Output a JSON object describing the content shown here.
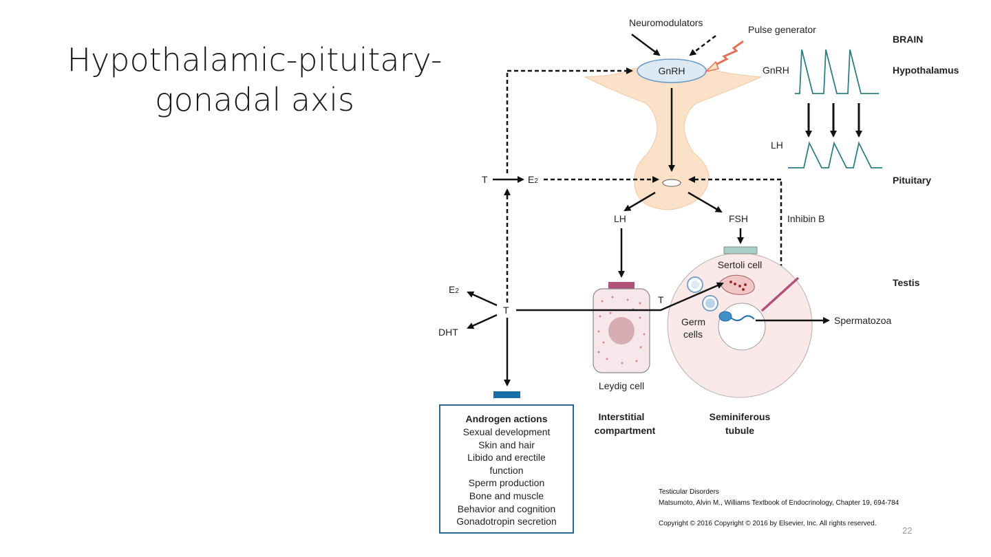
{
  "title": {
    "line1": "Hypothalamic-pituitary-",
    "line2": "gonadal axis"
  },
  "diagram": {
    "neuromodulators": "Neuromodulators",
    "pulse_generator": "Pulse generator",
    "gnrh_center": "GnRH",
    "levels": {
      "brain": "BRAIN",
      "hypothalamus": "Hypothalamus",
      "pituitary": "Pituitary",
      "testis": "Testis"
    },
    "pulse_gnrh": "GnRH",
    "pulse_lh": "LH",
    "feedback_t": "T",
    "feedback_e2_main": "E",
    "feedback_e2_sub": "2",
    "lh": "LH",
    "fsh": "FSH",
    "inhibin_b": "Inhibin B",
    "e2_main": "E",
    "e2_sub": "2",
    "t_center": "T",
    "dht": "DHT",
    "t_label": "T",
    "sertoli_cell": "Sertoli cell",
    "germ_cells_1": "Germ",
    "germ_cells_2": "cells",
    "spermatozoa": "Spermatozoa",
    "leydig_cell": "Leydig cell",
    "interstitial_1": "Interstitial",
    "interstitial_2": "compartment",
    "seminiferous_1": "Seminiferous",
    "seminiferous_2": "tubule"
  },
  "androgen_actions": {
    "heading": "Androgen actions",
    "items": [
      "Sexual development",
      "Skin and hair",
      "Libido and erectile",
      "function",
      "Sperm production",
      "Bone and muscle",
      "Behavior and cognition",
      "Gonadotropin secretion"
    ]
  },
  "citation": {
    "line1": "Testicular Disorders",
    "line2": "Matsumoto, Alvin M., Williams Textbook of Endocrinology, Chapter 19, 694-784",
    "line3": "Copyright ©  2016   Copyright © 2016 by Elsevier, Inc. All rights reserved."
  },
  "slide_number": "22",
  "colors": {
    "accent_blue": "#1a6fa8",
    "gland": "#fbe1c8",
    "pulse": "#2e7d80",
    "cell_pink": "#f7e6ea",
    "bar_magenta": "#b0527a"
  }
}
